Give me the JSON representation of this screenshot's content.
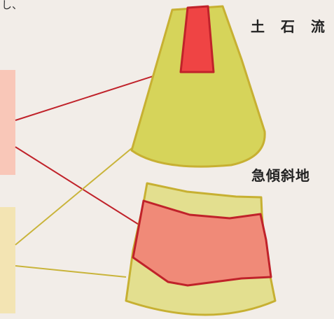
{
  "header": {
    "fragment": "し、"
  },
  "labels": {
    "debris_flow": "土 石 流",
    "steep_slope": "急傾斜地"
  },
  "colors": {
    "background": "#f2ede8",
    "hazard_red_fill": "#ef4444",
    "hazard_red_stroke": "#c0222a",
    "slope_red_fill": "#f08a78",
    "zone_yellow_fill": "#d6d45a",
    "zone_yellow_light": "#e3df8f",
    "zone_yellow_stroke": "#c7b032",
    "legend_red_box": "#f9c7b8",
    "legend_yellow_box": "#f3e4b3"
  }
}
